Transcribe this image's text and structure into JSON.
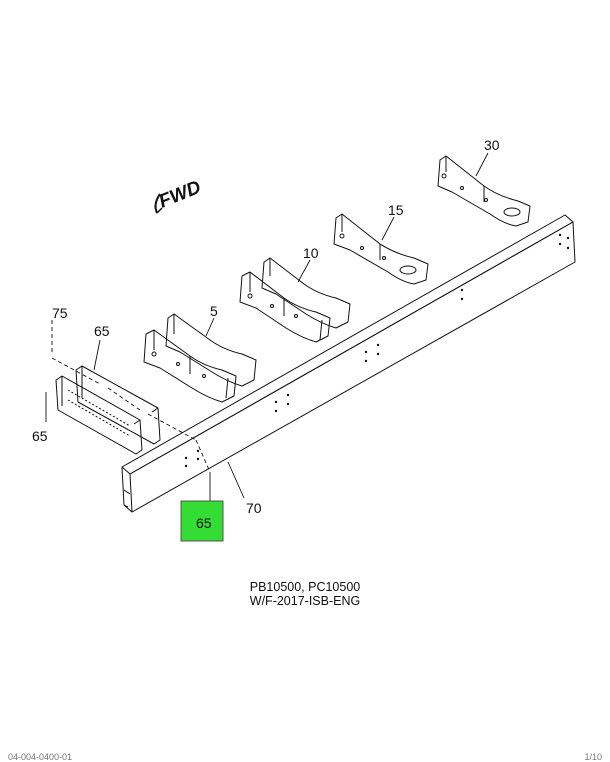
{
  "diagram": {
    "forward_indicator": "FWD",
    "callouts": {
      "c30": "30",
      "c15": "15",
      "c10": "10",
      "c5": "5",
      "c75": "75",
      "c65_upper": "65",
      "c65_left": "65",
      "c65_highlight": "65",
      "c70": "70"
    },
    "highlight_color": "#33dd33"
  },
  "caption": {
    "line1": "PB10500, PC10500",
    "line2": "W/F-2017-ISB-ENG"
  },
  "footer": {
    "left": "04-004-0400-01",
    "right": "1/10"
  }
}
